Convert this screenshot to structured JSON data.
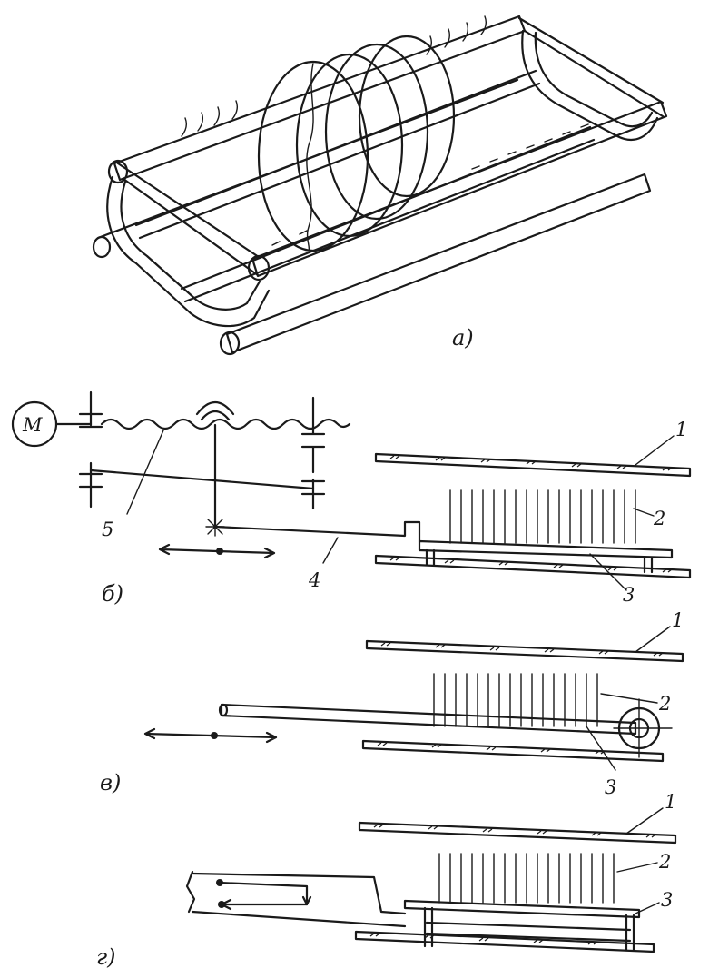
{
  "figure": {
    "panels": [
      {
        "id": "a",
        "caption": "а)"
      },
      {
        "id": "b",
        "caption": "б)"
      },
      {
        "id": "v",
        "caption": "в)"
      },
      {
        "id": "g",
        "caption": "г)"
      }
    ],
    "motor_label": "М",
    "callouts": {
      "one": "1",
      "two": "2",
      "three": "3",
      "four": "4",
      "five": "5"
    },
    "ink_color": "#1a1a1a",
    "background_color": "#ffffff"
  }
}
